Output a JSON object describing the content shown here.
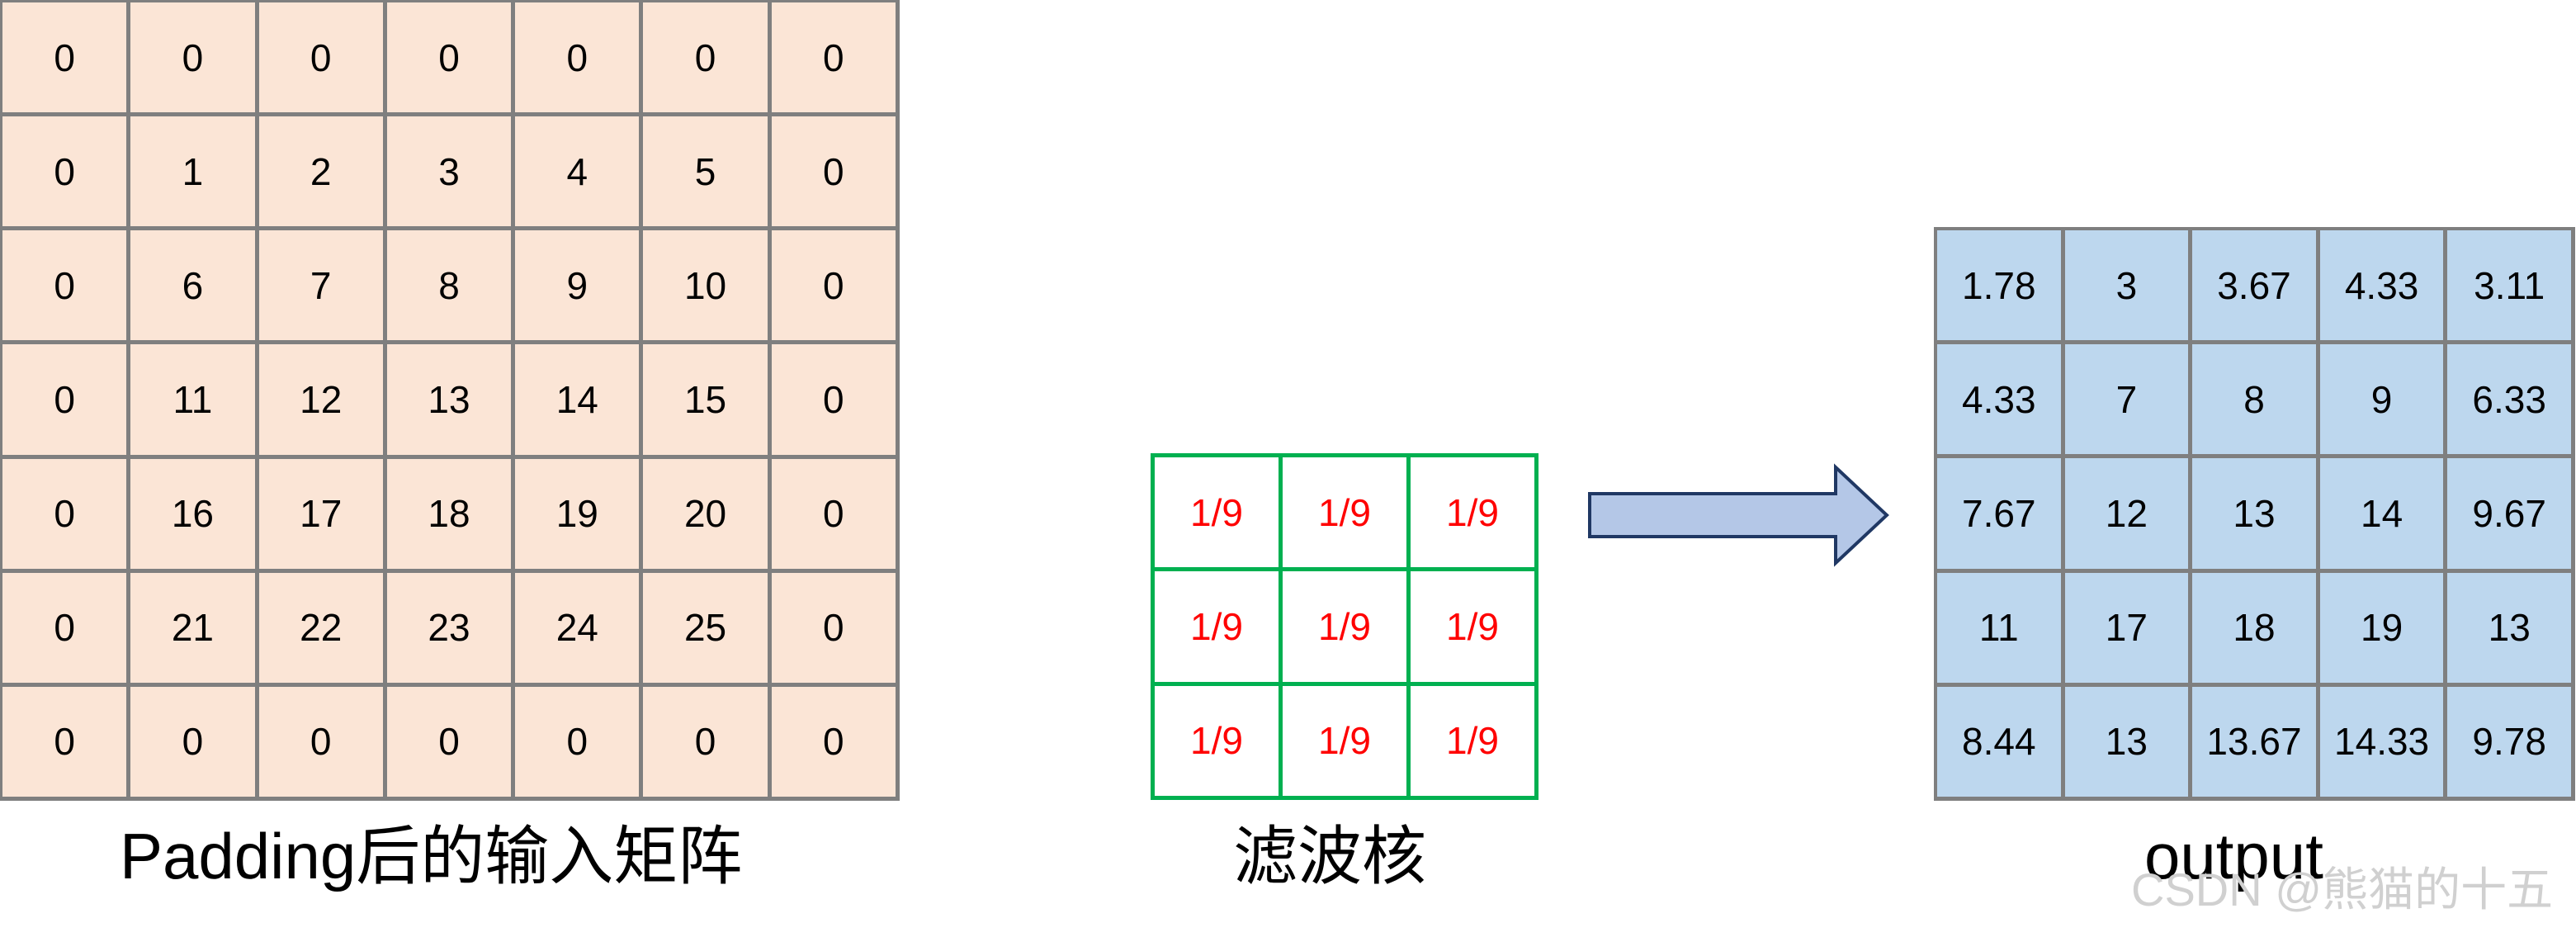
{
  "input_matrix": {
    "caption": "Padding后的输入矩阵",
    "rows": [
      [
        "0",
        "0",
        "0",
        "0",
        "0",
        "0",
        "0"
      ],
      [
        "0",
        "1",
        "2",
        "3",
        "4",
        "5",
        "0"
      ],
      [
        "0",
        "6",
        "7",
        "8",
        "9",
        "10",
        "0"
      ],
      [
        "0",
        "11",
        "12",
        "13",
        "14",
        "15",
        "0"
      ],
      [
        "0",
        "16",
        "17",
        "18",
        "19",
        "20",
        "0"
      ],
      [
        "0",
        "21",
        "22",
        "23",
        "24",
        "25",
        "0"
      ],
      [
        "0",
        "0",
        "0",
        "0",
        "0",
        "0",
        "0"
      ]
    ]
  },
  "kernel": {
    "caption": "滤波核",
    "rows": [
      [
        "1/9",
        "1/9",
        "1/9"
      ],
      [
        "1/9",
        "1/9",
        "1/9"
      ],
      [
        "1/9",
        "1/9",
        "1/9"
      ]
    ]
  },
  "output_matrix": {
    "caption": "output",
    "rows": [
      [
        "1.78",
        "3",
        "3.67",
        "4.33",
        "3.11"
      ],
      [
        "4.33",
        "7",
        "8",
        "9",
        "6.33"
      ],
      [
        "7.67",
        "12",
        "13",
        "14",
        "9.67"
      ],
      [
        "11",
        "17",
        "18",
        "19",
        "13"
      ],
      [
        "8.44",
        "13",
        "13.67",
        "14.33",
        "9.78"
      ]
    ]
  },
  "arrow_icon": "right-arrow-icon",
  "watermark": "CSDN @熊猫的十五",
  "colors": {
    "input_fill": "#fbe5d6",
    "grid_border": "#7f7f7f",
    "kernel_border": "#00b050",
    "kernel_text": "#ff0000",
    "output_fill": "#bdd7ee",
    "arrow_fill": "#b4c7e7",
    "arrow_stroke": "#203864"
  }
}
